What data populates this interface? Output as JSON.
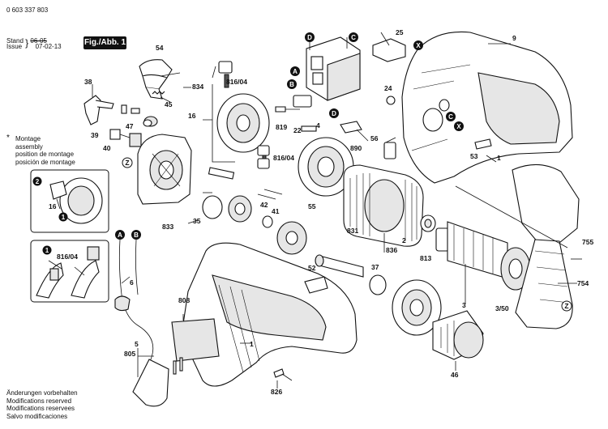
{
  "header": {
    "doc_number": "0 603 337 803",
    "stand_label": "Stand",
    "stand_date": "06-05",
    "issue_label": "Issue",
    "issue_date": "07-02-13",
    "figure_label": "Fig./Abb. 1"
  },
  "notes": {
    "star": "*",
    "lines": [
      "Montage",
      "assembly",
      "position de montage",
      "posición de montage"
    ]
  },
  "footer": {
    "lines": [
      "Änderungen vorbehalten",
      "Modifications reserved",
      "Modifications reservees",
      "Salvo modificaciones"
    ]
  },
  "markers": [
    "A",
    "B",
    "C",
    "D",
    "X",
    "Z",
    "1",
    "2"
  ],
  "part_labels": {
    "p54": "54",
    "p38": "38",
    "p834": "834",
    "p45": "45",
    "p47": "47",
    "p39": "39",
    "p40": "40",
    "p816_04_top": "816/04",
    "p16": "16",
    "p816_04_mid": "816/04",
    "p819": "819",
    "p22": "22",
    "p4": "4",
    "p25": "25",
    "p9": "9",
    "p24": "24",
    "p53": "53",
    "p1_top": "1",
    "p56": "56",
    "p890": "890",
    "p42": "42",
    "p41": "41",
    "p55": "55",
    "p35": "35",
    "p833": "833",
    "p831": "831",
    "p2": "2",
    "p836": "836",
    "p813": "813",
    "p37": "37",
    "p52": "52",
    "p3": "3",
    "p3_50": "3/50",
    "p755": "755",
    "p754": "754",
    "p808": "808",
    "p1_bot": "1",
    "p46": "46",
    "p826": "826",
    "p6": "6",
    "p5": "5",
    "p805": "805",
    "p16_inset": "16",
    "p816_04_inset": "816/04"
  }
}
